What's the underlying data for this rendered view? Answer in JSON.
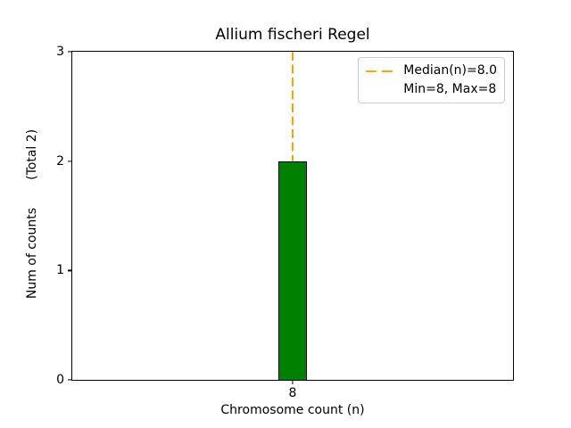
{
  "figure": {
    "title": "Allium fischeri Regel",
    "xlabel": "Chromosome count (n)",
    "ylabel": "Num of counts       (Total 2)",
    "y_ticks": [
      "0",
      "1",
      "2",
      "3"
    ],
    "x_ticks": [
      "8"
    ],
    "legend": {
      "items": [
        {
          "label": "Median(n)=8.0",
          "has_line_sample": true
        },
        {
          "label": "Min=8, Max=8",
          "has_line_sample": false
        }
      ]
    },
    "colors": {
      "bar_fill": "#008000",
      "bar_edge": "#000000",
      "median_line": "#FFA500",
      "legend_border": "#cccccc",
      "text": "#000000",
      "background": "#ffffff"
    }
  },
  "chart_data": {
    "type": "bar",
    "categories": [
      8
    ],
    "values": [
      2
    ],
    "title": "Allium fischeri Regel",
    "xlabel": "Chromosome count (n)",
    "ylabel": "Num of counts (Total 2)",
    "ylim": [
      0,
      3
    ],
    "yticks": [
      0,
      1,
      2,
      3
    ],
    "xticks": [
      8
    ],
    "total_counts": 2,
    "median_n": 8.0,
    "min_n": 8,
    "max_n": 8,
    "bar_color": "#008000",
    "bar_edge_color": "#000000",
    "median_line": {
      "x": 8,
      "color": "#FFA500",
      "style": "dashed",
      "width": 2
    },
    "legend_entries": [
      "Median(n)=8.0",
      "Min=8, Max=8"
    ],
    "legend_position": "upper right",
    "grid": false
  }
}
